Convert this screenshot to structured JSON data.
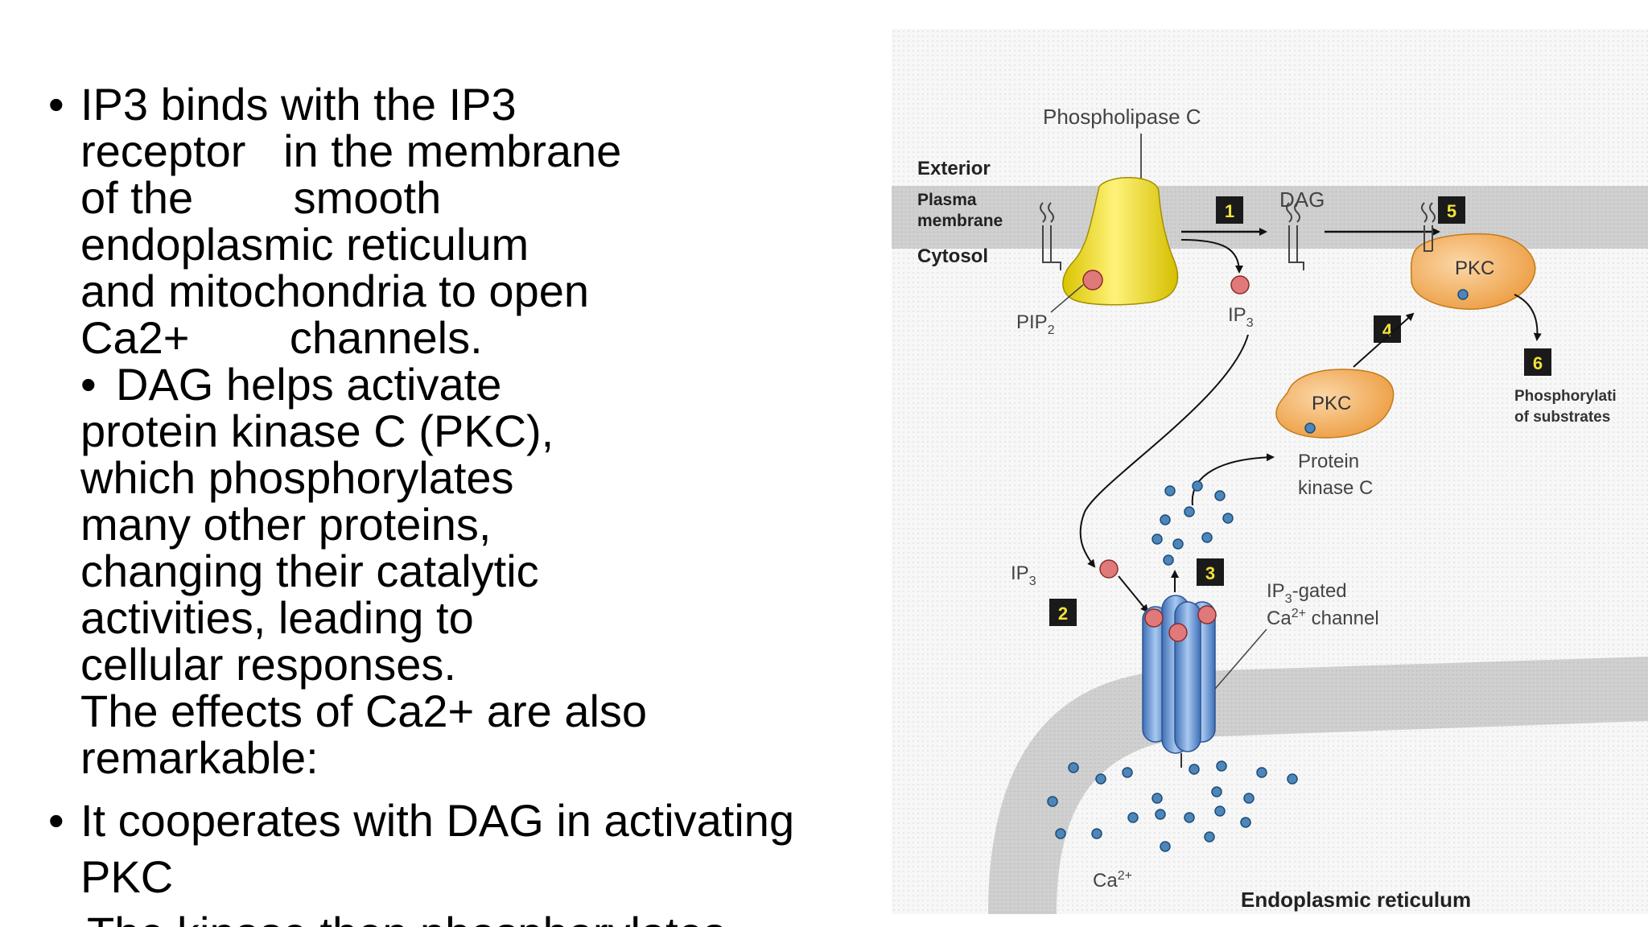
{
  "text": {
    "bullet1": {
      "marker": "•",
      "lines": [
        "IP3 binds with the IP3",
        "receptor   in the membrane",
        "of the        smooth",
        "endoplasmic reticulum",
        "and mitochondria to open",
        "Ca2+        channels."
      ]
    },
    "sub_bullet": {
      "marker": "•",
      "first": "DAG helps activate",
      "lines": [
        "protein kinase C (PKC),",
        "which phosphorylates",
        "many other proteins,",
        "changing their catalytic",
        "activities, leading to",
        "cellular responses.",
        "The effects of Ca2+ are also",
        "remarkable:"
      ]
    },
    "bullet2": {
      "marker": "•",
      "lines": [
        "It cooperates with DAG in activating",
        "PKC"
      ]
    },
    "cutoff_line": "The kinase then phosphorylates"
  },
  "figure": {
    "labels": {
      "phospholipase": "Phospholipase C",
      "exterior": "Exterior",
      "plasma": "Plasma",
      "membrane": "membrane",
      "cytosol": "Cytosol",
      "pip2": "PIP",
      "pip2_sub": "2",
      "ip3_top": "IP",
      "ip3_top_sub": "3",
      "dag": "DAG",
      "pkc_membrane": "PKC",
      "pkc_cytosol": "PKC",
      "protein": "Protein",
      "kinase": "kinase C",
      "phos1": "Phosphorylati",
      "phos2": "of substrates",
      "ip3_left": "IP",
      "ip3_left_sub": "3",
      "gated1": "IP",
      "gated1_sub": "3",
      "gated1_rest": "-gated",
      "gated2": "Ca",
      "gated2_sup": "2+",
      "gated2_rest": " channel",
      "ca": "Ca",
      "ca_sup": "2+",
      "er": "Endoplasmic reticulum"
    },
    "steps": [
      "1",
      "2",
      "3",
      "4",
      "5",
      "6"
    ],
    "colors": {
      "membrane": "#d3d3d3",
      "plc": "#f2e23a",
      "pkc": "#f0a040",
      "ip3": "#e07a7a",
      "channel": "#6f9fd8",
      "ca": "#4d86b8",
      "step_box": "#1a1a1a"
    }
  }
}
